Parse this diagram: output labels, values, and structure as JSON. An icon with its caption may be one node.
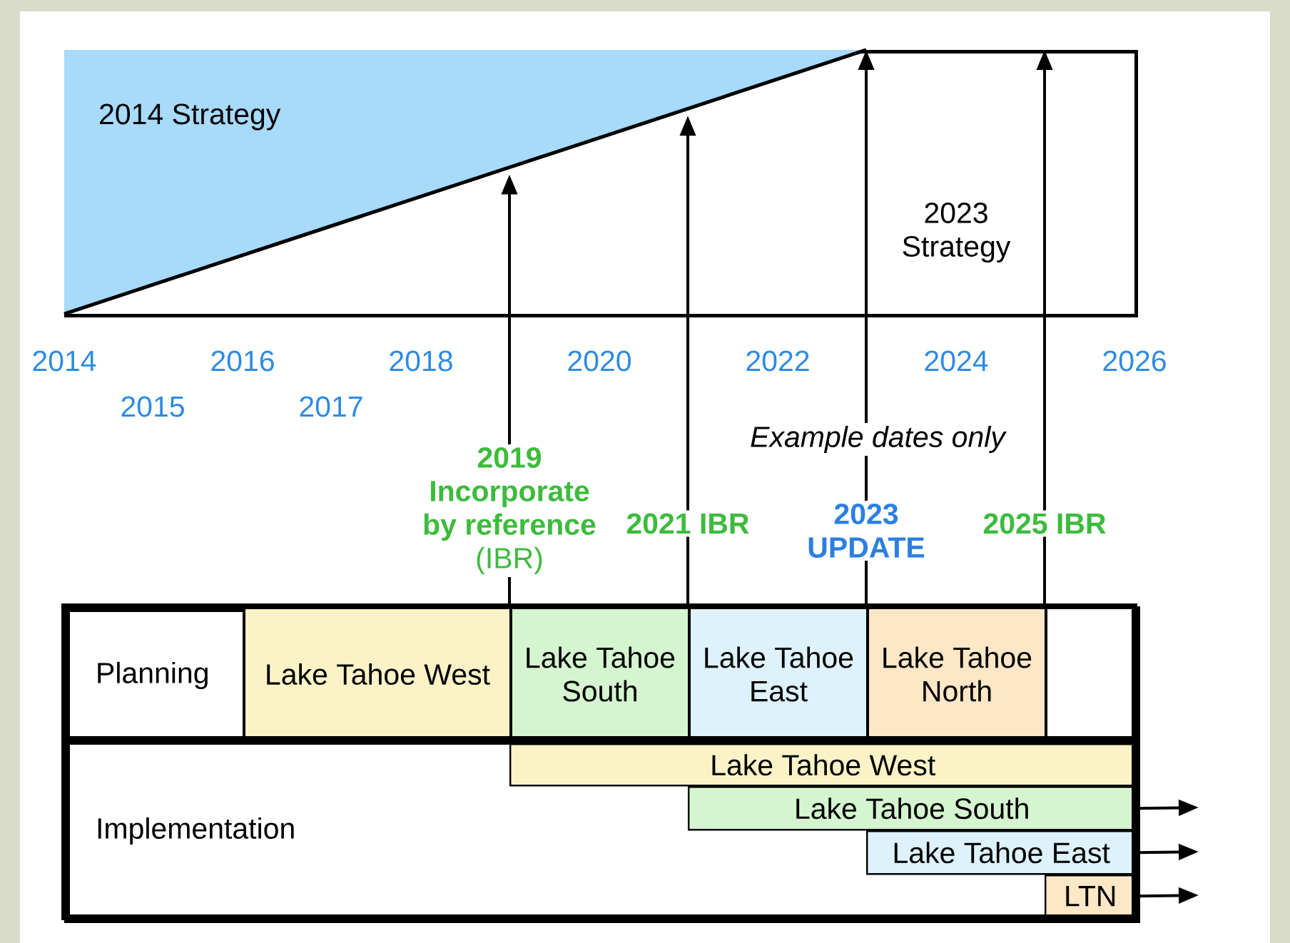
{
  "diagram": {
    "nodes": [
      {
        "text": [
          "2023 Strategy"
        ]
      },
      {
        "text": [
          "2014 Strategy"
        ],
        "in": 0
      },
      {
        "text": [
          "Planning"
        ]
      },
      {
        "text": [
          "Lake Tahoe West"
        ],
        "in": 2
      },
      {
        "text": [
          "Lake Tahoe South"
        ],
        "in": 2
      },
      {
        "text": [
          "Lake Tahoe East"
        ],
        "in": 2
      },
      {
        "text": [
          "Lake Tahoe North"
        ],
        "in": 2
      },
      {
        "text": [],
        "shape": "box",
        "in": 2
      },
      {
        "text": [
          "Implementation"
        ]
      },
      {
        "text": [
          "Lake Tahoe West"
        ],
        "in": 8
      },
      {
        "text": [
          "Lake Tahoe South"
        ],
        "in": 8
      },
      {
        "text": [
          "Lake Tahoe East"
        ],
        "in": 8
      },
      {
        "text": [
          "LTN"
        ],
        "in": 8
      }
    ],
    "edges": [
      {
        "from": 4,
        "to": 1,
        "arrow": "to",
        "label": "**2019 Incorporate by reference** (IBR)"
      },
      {
        "from": 5,
        "to": 1,
        "arrow": "to",
        "label": "2021 IBR"
      },
      {
        "from": 6,
        "to": 0,
        "arrow": "to",
        "label": "2023 UPDATE"
      },
      {
        "from": 7,
        "to": 0,
        "arrow": "to",
        "label": "2025 IBR"
      },
      {
        "from": 10,
        "to": null,
        "arrow": "to"
      },
      {
        "from": 11,
        "to": null,
        "arrow": "to"
      },
      {
        "from": 12,
        "to": null,
        "arrow": "to"
      }
    ],
    "labels": [
      "2014",
      "2016",
      "2018",
      "2020",
      "2022",
      "2024",
      "2026",
      "2015",
      "2017",
      "Example dates only"
    ]
  }
}
